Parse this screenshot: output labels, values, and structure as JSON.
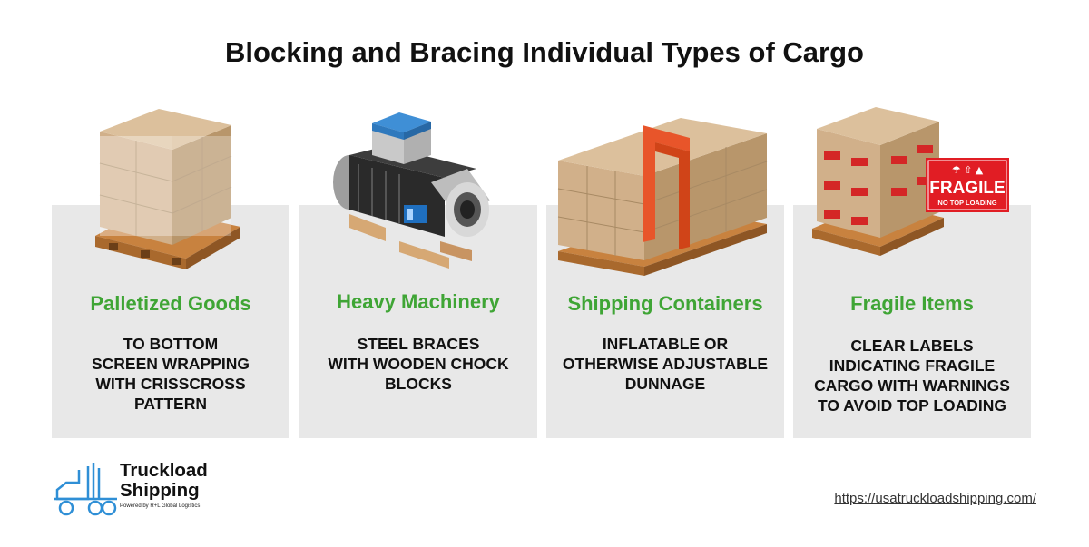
{
  "title": "Blocking and Bracing Individual Types of Cargo",
  "cards": [
    {
      "title": "Palletized Goods",
      "lines": [
        "TO BOTTOM",
        "SCREEN WRAPPING",
        "WITH CRISSCROSS",
        "PATTERN"
      ]
    },
    {
      "title": "Heavy Machinery",
      "lines": [
        "STEEL BRACES",
        "WITH WOODEN CHOCK",
        "BLOCKS"
      ]
    },
    {
      "title": "Shipping Containers",
      "lines": [
        "INFLATABLE OR",
        "OTHERWISE ADJUSTABLE",
        "DUNNAGE"
      ]
    },
    {
      "title": "Fragile Items",
      "lines": [
        "CLEAR LABELS",
        "INDICATING FRAGILE",
        "CARGO WITH WARNINGS",
        "TO AVOID TOP LOADING"
      ]
    }
  ],
  "fragile_label": {
    "main": "FRAGILE",
    "sub": "NO TOP LOADING"
  },
  "logo": {
    "line1": "Truckload",
    "line2": "Shipping",
    "tagline": "Powered by R+L Global Logistics"
  },
  "url": "https://usatruckloadshipping.com/",
  "colors": {
    "accent_green": "#3fa535",
    "card_bg": "#e8e8e8",
    "logo_blue": "#2f8fd6",
    "cardboard": "#c9a77e",
    "pallet": "#c8823f"
  }
}
